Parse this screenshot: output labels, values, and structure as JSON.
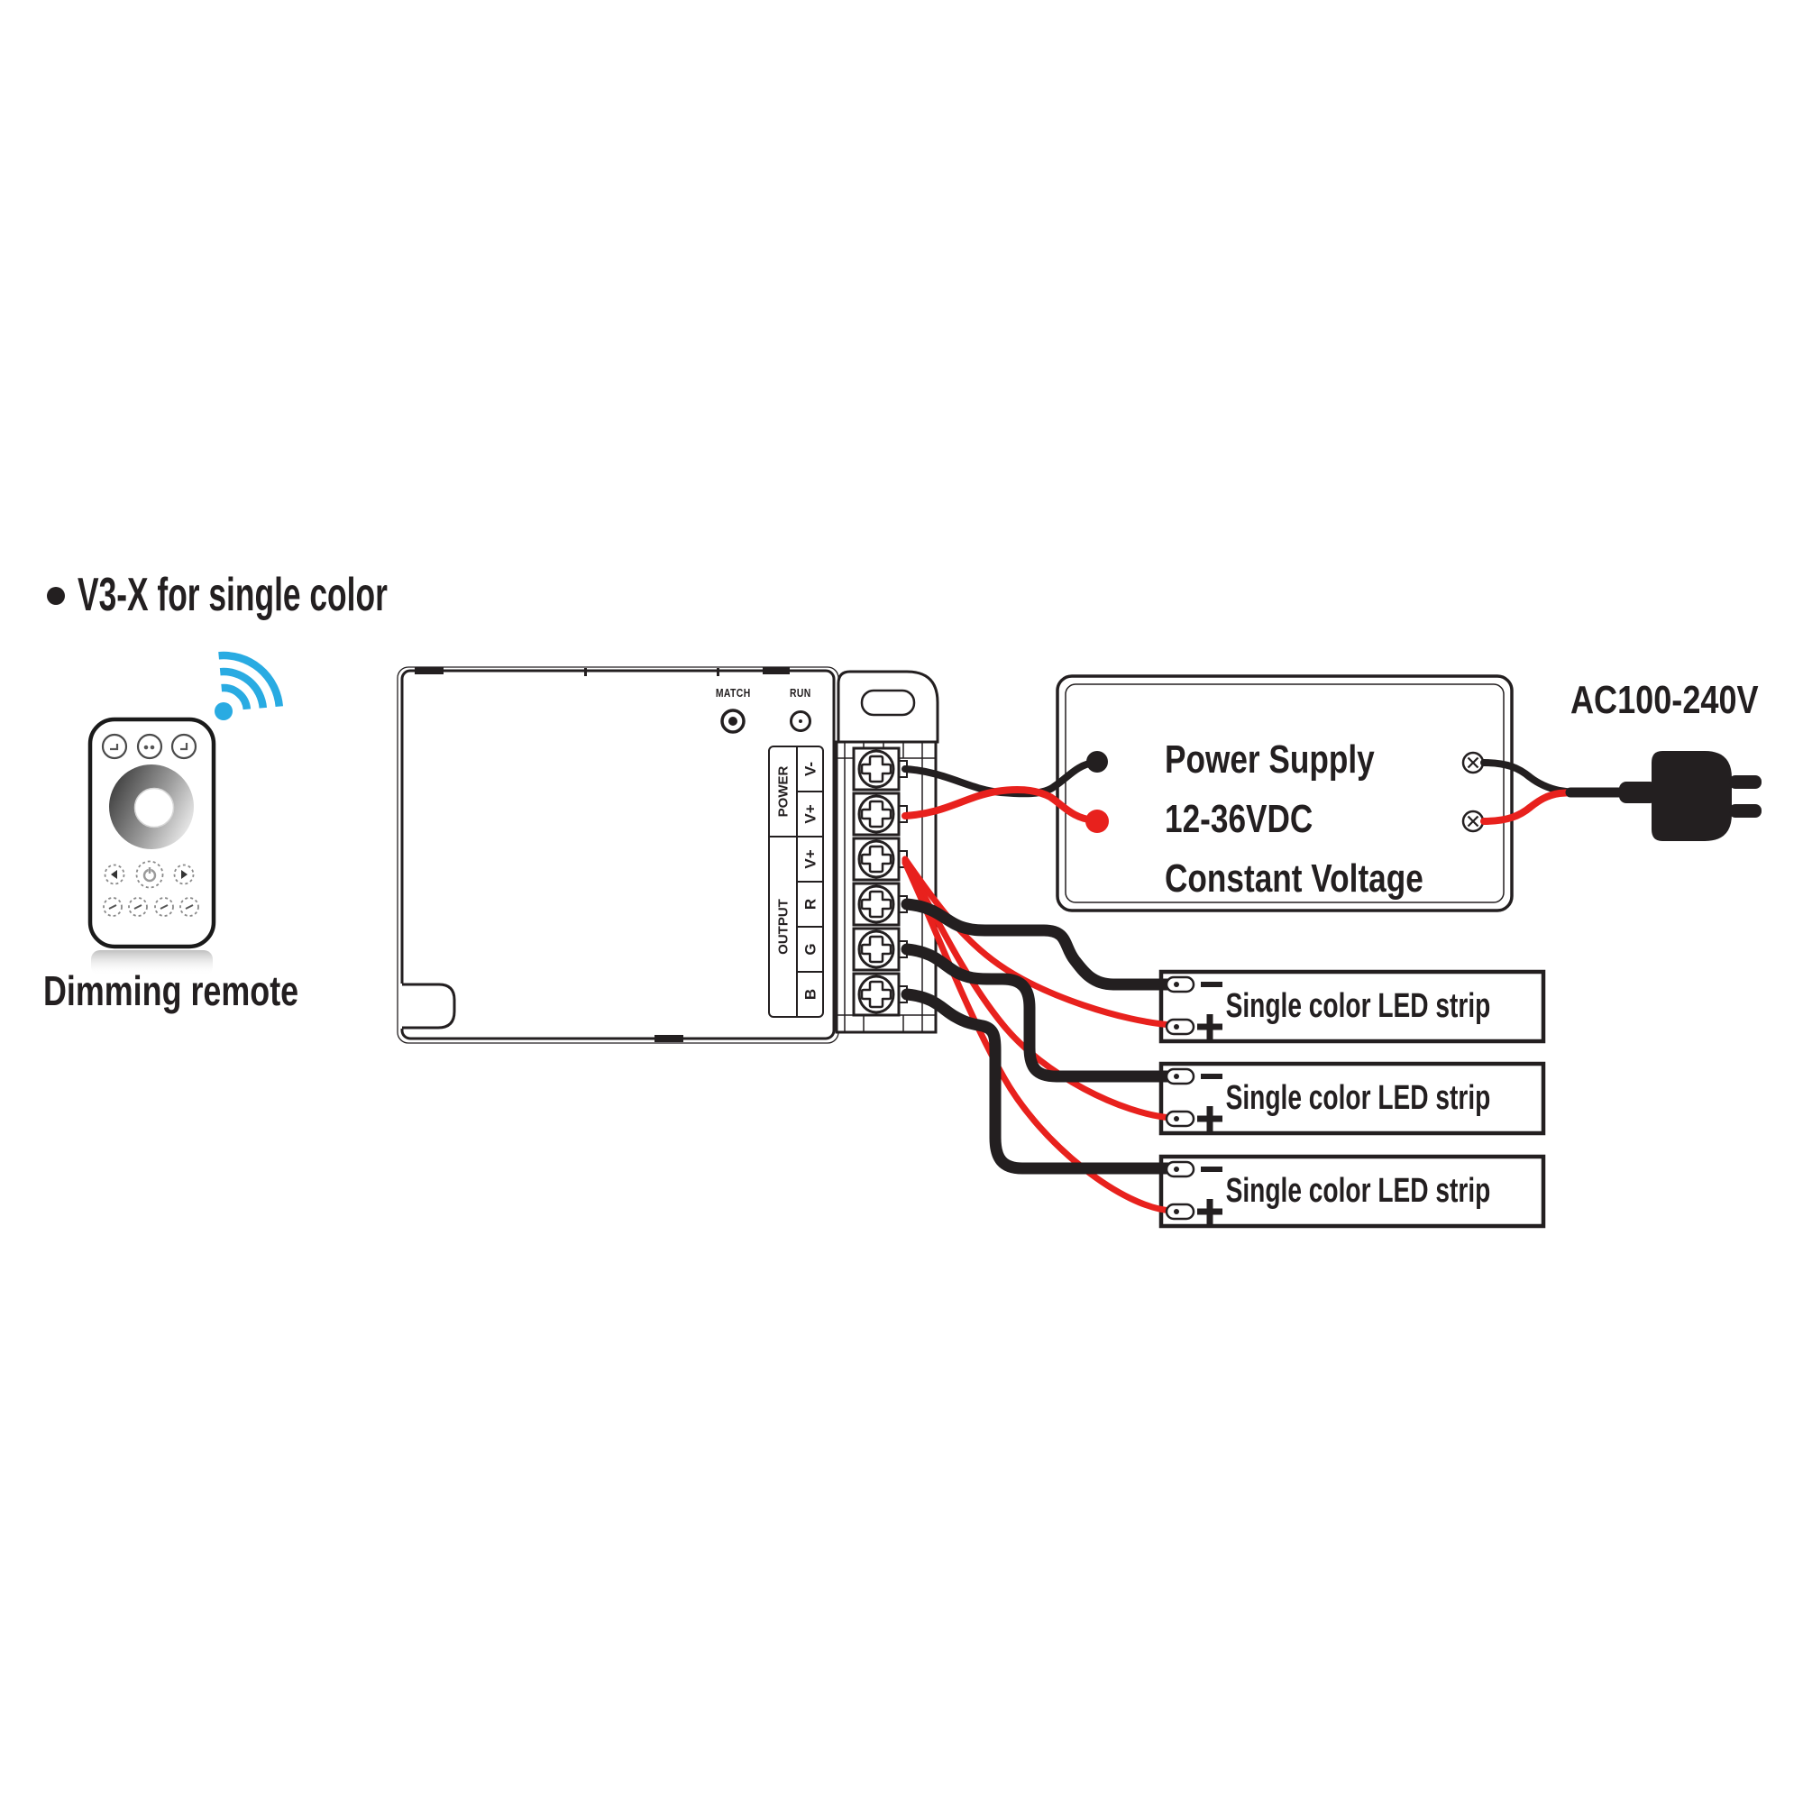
{
  "title": {
    "bullet": "•",
    "text": "V3-X for single color"
  },
  "remote": {
    "caption": "Dimming remote"
  },
  "controller": {
    "match_label": "MATCH",
    "run_label": "RUN",
    "groups": [
      {
        "label": "POWER"
      },
      {
        "label": "OUTPUT"
      }
    ],
    "terminals": [
      {
        "label": "V-"
      },
      {
        "label": "V+"
      },
      {
        "label": "V+"
      },
      {
        "label": "R"
      },
      {
        "label": "G"
      },
      {
        "label": "B"
      }
    ]
  },
  "power_supply": {
    "line1": "Power Supply",
    "line2": "12-36VDC",
    "line3": "Constant Voltage"
  },
  "ac_input": {
    "label": "AC100-240V"
  },
  "strips": [
    {
      "label": "Single color LED strip",
      "neg": "−",
      "pos": "+"
    },
    {
      "label": "Single color LED strip",
      "neg": "−",
      "pos": "+"
    },
    {
      "label": "Single color LED strip",
      "neg": "−",
      "pos": "+"
    }
  ],
  "colors": {
    "line": "#231f20",
    "wire_red": "#e8211d",
    "wifi_blue": "#29abe2"
  }
}
